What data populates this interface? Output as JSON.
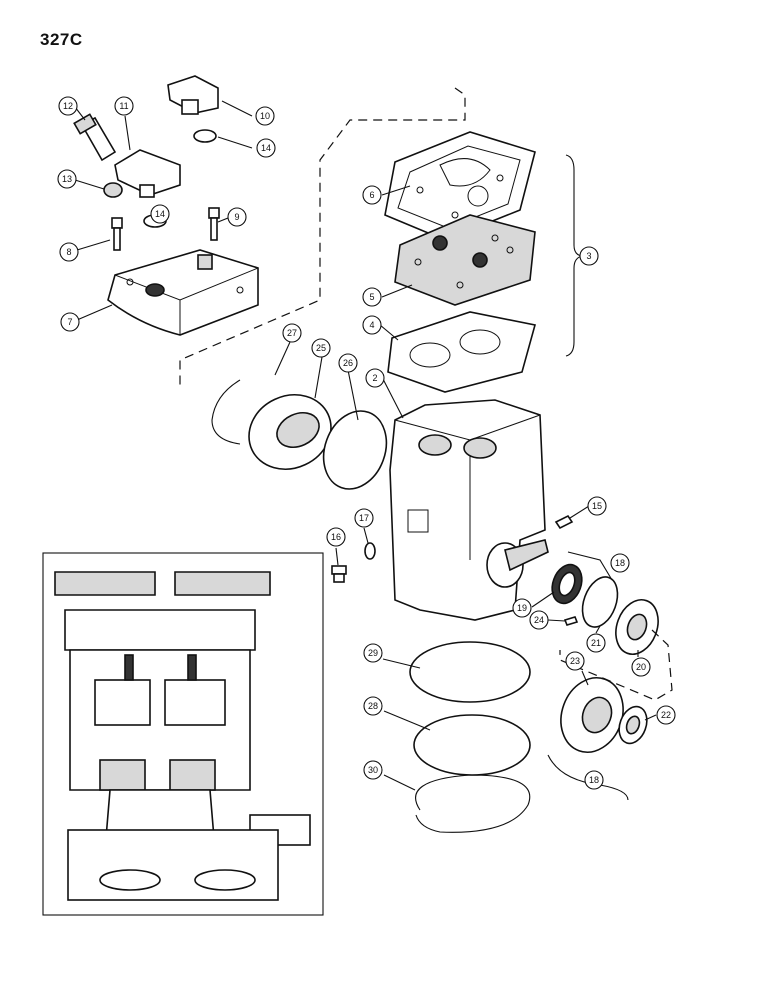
{
  "page_code": "327C",
  "callouts": [
    {
      "id": "c2",
      "label": "2"
    },
    {
      "id": "c3",
      "label": "3"
    },
    {
      "id": "c4",
      "label": "4"
    },
    {
      "id": "c5",
      "label": "5"
    },
    {
      "id": "c6",
      "label": "6"
    },
    {
      "id": "c7",
      "label": "7"
    },
    {
      "id": "c8",
      "label": "8"
    },
    {
      "id": "c9",
      "label": "9"
    },
    {
      "id": "c10",
      "label": "10"
    },
    {
      "id": "c11",
      "label": "11"
    },
    {
      "id": "c12",
      "label": "12"
    },
    {
      "id": "c13",
      "label": "13"
    },
    {
      "id": "c14a",
      "label": "14"
    },
    {
      "id": "c14b",
      "label": "14"
    },
    {
      "id": "c15",
      "label": "15"
    },
    {
      "id": "c16",
      "label": "16"
    },
    {
      "id": "c17",
      "label": "17"
    },
    {
      "id": "c18a",
      "label": "18"
    },
    {
      "id": "c18b",
      "label": "18"
    },
    {
      "id": "c19",
      "label": "19"
    },
    {
      "id": "c20",
      "label": "20"
    },
    {
      "id": "c21",
      "label": "21"
    },
    {
      "id": "c22",
      "label": "22"
    },
    {
      "id": "c23",
      "label": "23"
    },
    {
      "id": "c24",
      "label": "24"
    },
    {
      "id": "c25",
      "label": "25"
    },
    {
      "id": "c26",
      "label": "26"
    },
    {
      "id": "c27",
      "label": "27"
    },
    {
      "id": "c28",
      "label": "28"
    },
    {
      "id": "c29",
      "label": "29"
    },
    {
      "id": "c30",
      "label": "30"
    }
  ]
}
